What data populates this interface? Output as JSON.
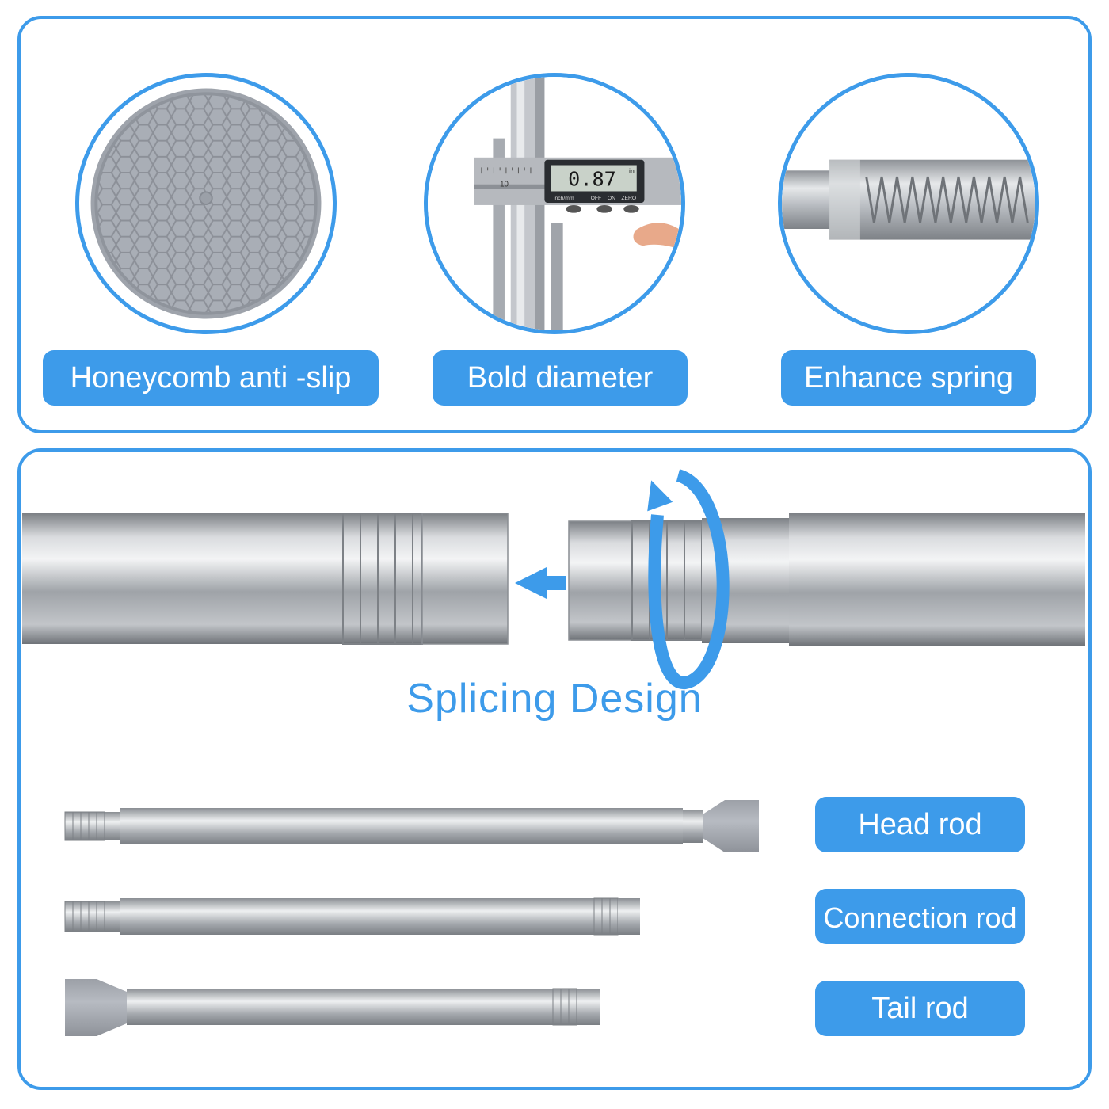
{
  "features": [
    {
      "label": "Honeycomb anti -slip",
      "icon": "honeycomb-pad-icon"
    },
    {
      "label": "Bold diameter",
      "icon": "caliper-icon",
      "caliper_reading": "0.87",
      "caliper_unit": "in",
      "caliper_scale_text": "inch/mm",
      "caliper_buttons": [
        "OFF",
        "ON",
        "ZERO"
      ],
      "caliper_tick": "10"
    },
    {
      "label": "Enhance spring",
      "icon": "spring-icon"
    }
  ],
  "splicing": {
    "title": "Splicing Design"
  },
  "rods": [
    {
      "label": "Head rod"
    },
    {
      "label": "Connection rod"
    },
    {
      "label": "Tail rod"
    }
  ],
  "colors": {
    "accent": "#3d9bea",
    "pad_gray": "#a8adb5",
    "steel": "#b9bcc1"
  }
}
